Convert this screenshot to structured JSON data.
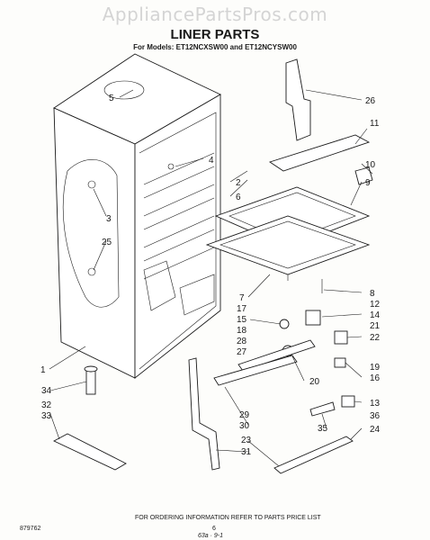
{
  "watermark": "AppliancePartsPros.com",
  "title": "LINER PARTS",
  "subtitle": "For Models: ET12NCXSW00 and ET12NCYSW00",
  "footer": {
    "note": "FOR ORDERING INFORMATION REFER TO PARTS PRICE LIST",
    "doc_number": "879762",
    "page_number": "6",
    "handwritten": "63a · 9-1"
  },
  "callouts": [
    "1",
    "2",
    "3",
    "4",
    "5",
    "6",
    "7",
    "8",
    "9",
    "10",
    "11",
    "12",
    "13",
    "14",
    "15",
    "16",
    "17",
    "18",
    "19",
    "20",
    "21",
    "22",
    "23",
    "24",
    "25",
    "26",
    "27",
    "28",
    "29",
    "30",
    "31",
    "32",
    "33",
    "34",
    "35",
    "36"
  ]
}
